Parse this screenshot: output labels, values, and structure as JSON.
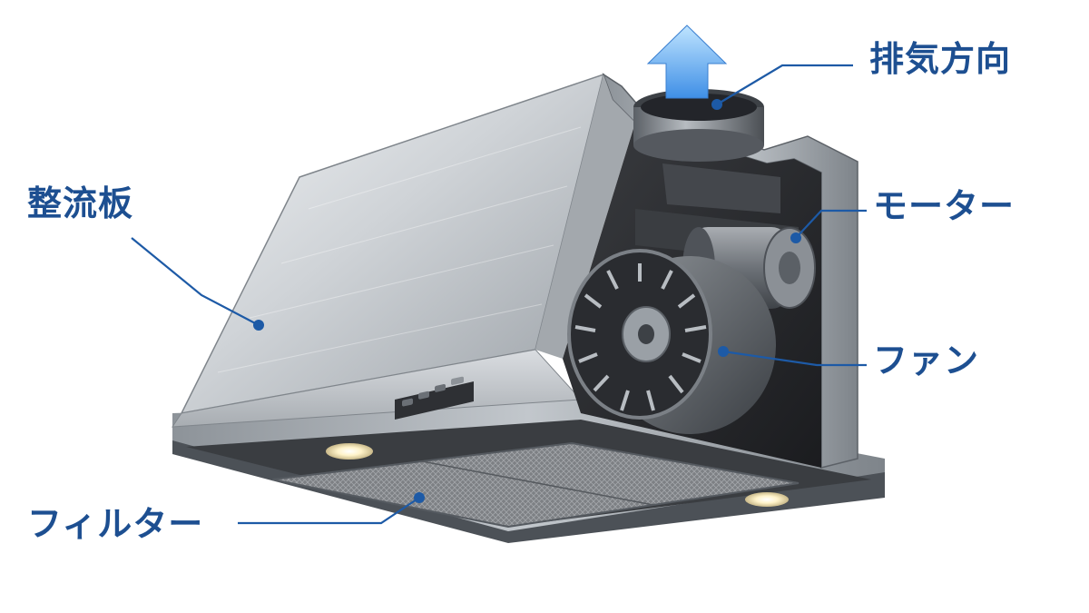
{
  "diagram": {
    "colors": {
      "label": "#1d4f91",
      "leader": "#1d5aa6",
      "arrow_top": "#bfe4ff",
      "arrow_bottom": "#3f8fe6",
      "steel_light": "#e4e7ea",
      "steel_mid": "#b9bec4",
      "steel_dark": "#6f757c",
      "interior": "#2b2d30",
      "filter_mesh": "#8a8d91",
      "light_glow": "#fff6d8"
    },
    "callouts": [
      {
        "id": "exhaust",
        "name": "exhaust-direction-label",
        "text": "排気方向",
        "target": "exhaust-duct"
      },
      {
        "id": "baffle",
        "name": "baffle-plate-label",
        "text": "整流板",
        "target": "baffle-plate"
      },
      {
        "id": "motor",
        "name": "motor-label",
        "text": "モーター",
        "target": "motor"
      },
      {
        "id": "fan",
        "name": "fan-label",
        "text": "ファン",
        "target": "fan"
      },
      {
        "id": "filter",
        "name": "filter-label",
        "text": "フィルター",
        "target": "filter"
      }
    ],
    "arrow_icon": "arrow-up-icon",
    "control_panel_buttons": 4
  }
}
